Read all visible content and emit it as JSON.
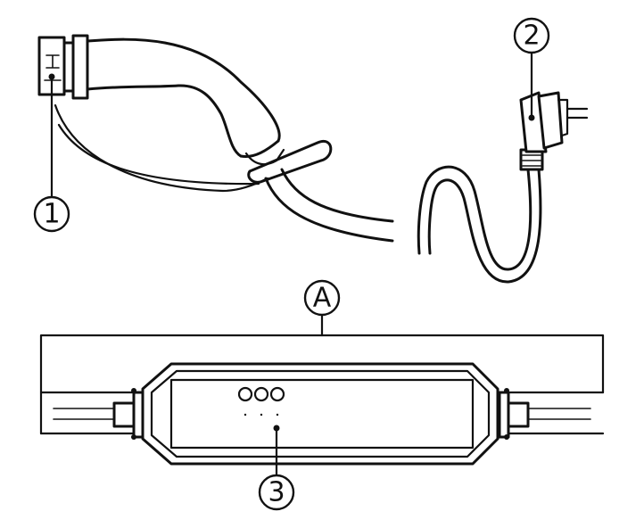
{
  "callouts": {
    "c1": "1",
    "c2": "2",
    "c3": "3",
    "cA": "A"
  },
  "line_color": "#111111",
  "background_color": "#ffffff"
}
